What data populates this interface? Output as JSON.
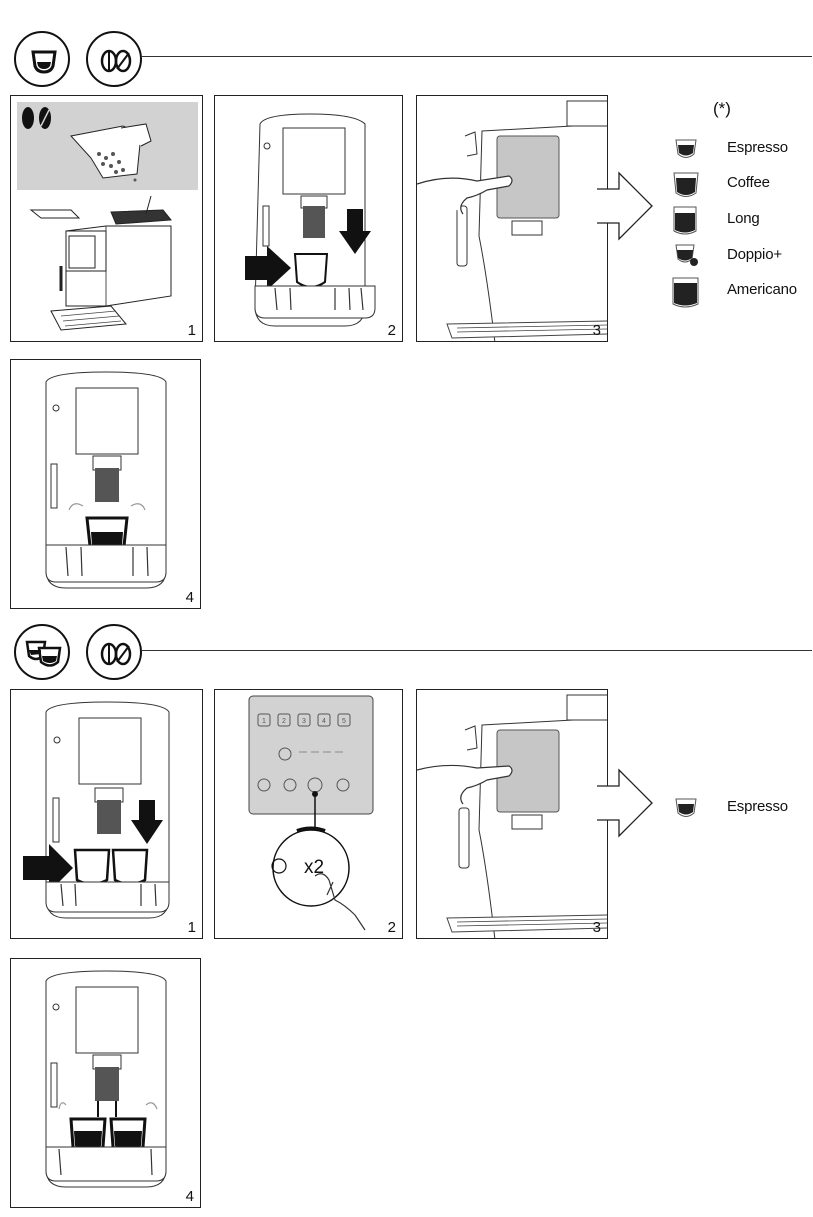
{
  "section1": {
    "header_icons": [
      "single-cup-icon",
      "coffee-beans-icon"
    ],
    "steps": [
      "1",
      "2",
      "3",
      "4"
    ],
    "note": "(*)",
    "beverages": [
      {
        "label": "Espresso",
        "icon": "espresso-cup-icon"
      },
      {
        "label": "Coffee",
        "icon": "coffee-cup-icon"
      },
      {
        "label": "Long",
        "icon": "long-cup-icon"
      },
      {
        "label": "Doppio+",
        "icon": "doppio-cup-icon"
      },
      {
        "label": "Americano",
        "icon": "americano-cup-icon"
      }
    ]
  },
  "section2": {
    "header_icons": [
      "double-cup-icon",
      "coffee-beans-icon"
    ],
    "steps": [
      "1",
      "2",
      "3",
      "4"
    ],
    "zoom_label": "x2",
    "panel_buttons": [
      "1",
      "2",
      "3",
      "4",
      "5"
    ],
    "beverages": [
      {
        "label": "Espresso",
        "icon": "espresso-cup-icon"
      }
    ]
  }
}
